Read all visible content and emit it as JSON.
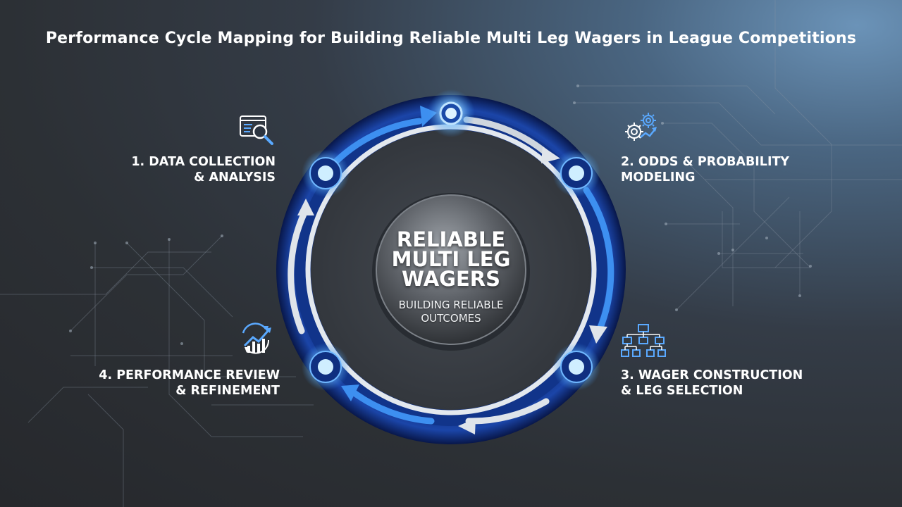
{
  "title": "Performance Cycle Mapping for Building Reliable Multi Leg Wagers in League Competitions",
  "center": {
    "title": "RELIABLE\nMULTI LEG\nWAGERS",
    "subtitle": "BUILDING RELIABLE\nOUTCOMES"
  },
  "steps": [
    {
      "label": "1. DATA COLLECTION\n& ANALYSIS",
      "icon": "data-analysis-icon"
    },
    {
      "label": "2. ODDS & PROBABILITY\nMODELING",
      "icon": "gears-icon"
    },
    {
      "label": "3. WAGER CONSTRUCTION\n& LEG SELECTION",
      "icon": "hierarchy-icon"
    },
    {
      "label": "4. PERFORMANCE REVIEW\n& REFINEMENT",
      "icon": "growth-chart-icon"
    }
  ],
  "colors": {
    "ring_dark": "#0b1f5c",
    "ring_mid": "#1a3f9a",
    "arrow_blue": "#3d8ff0",
    "arrow_silver": "#dfe4ea",
    "node_glow": "#9fd4ff",
    "icon_blue": "#5aa9ff"
  }
}
